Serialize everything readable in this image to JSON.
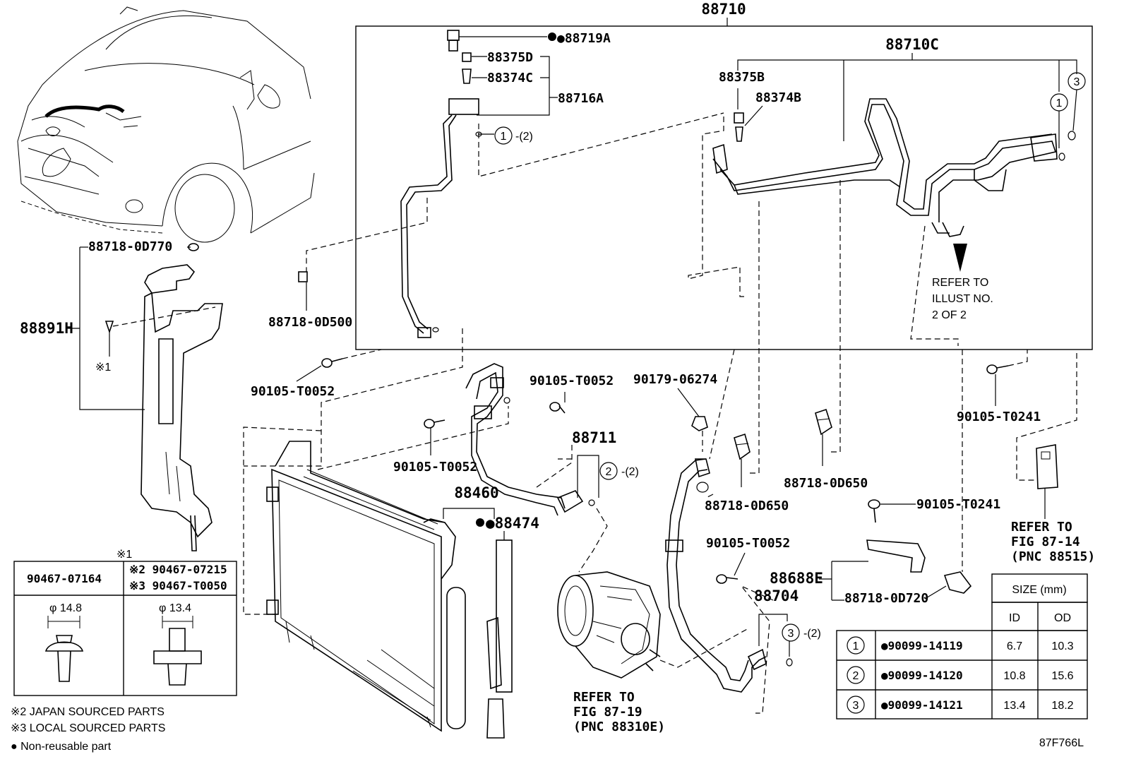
{
  "diagram_id": "87F766L",
  "labels": {
    "p88710": "88710",
    "p88719A": "●88719A",
    "p88375D": "88375D",
    "p88374C": "88374C",
    "p88716A": "88716A",
    "p88710C": "88710C",
    "p88375B": "88375B",
    "p88374B": "88374B",
    "o1a": "1",
    "o1a_qty": "-(2)",
    "o1b": "1",
    "o3a": "3",
    "refer_illust": [
      "REFER TO",
      "ILLUST NO.",
      "2 OF 2"
    ],
    "p88718_0D770": "88718-0D770",
    "p88891H": "88891H",
    "star1_small": "※1",
    "p88718_0D500": "88718-0D500",
    "p90105_T0052_a": "90105-T0052",
    "p90105_T0052_b": "90105-T0052",
    "p90105_T0052_c": "90105-T0052",
    "p90105_T0052_d": "90105-T0052",
    "p90179_06274": "90179-06274",
    "p90105_T0241_a": "90105-T0241",
    "p90105_T0241_b": "90105-T0241",
    "p88711": "88711",
    "o2": "2",
    "o2_qty": "-(2)",
    "p88460": "88460",
    "p88474": "●88474",
    "p88718_0D650_a": "88718-0D650",
    "p88718_0D650_b": "88718-0D650",
    "p88688E": "88688E",
    "p88718_0D720": "88718-0D720",
    "p88704": "88704",
    "o3b": "3",
    "o3b_qty": "-(2)",
    "refer_fig_87_14": [
      "REFER TO",
      "FIG 87-14",
      "(PNC 88515)"
    ],
    "refer_fig_87_19": [
      "REFER TO",
      "FIG 87-19",
      "(PNC 88310E)"
    ]
  },
  "clip_table": {
    "star_header": "※1",
    "col1_part": "90467-07164",
    "col2_part_a": "※2 90467-07215",
    "col2_part_b": "※3 90467-T0050",
    "col1_dim": "φ 14.8",
    "col2_dim": "φ 13.4"
  },
  "footnotes": [
    "※2 JAPAN SOURCED PARTS",
    "※3 LOCAL SOURCED PARTS",
    "● Non-reusable part"
  ],
  "oring_table": {
    "header": "SIZE (mm)",
    "col_id": "ID",
    "col_od": "OD",
    "rows": [
      {
        "ref": "1",
        "part": "●90099-14119",
        "id": "6.7",
        "od": "10.3"
      },
      {
        "ref": "2",
        "part": "●90099-14120",
        "id": "10.8",
        "od": "15.6"
      },
      {
        "ref": "3",
        "part": "●90099-14121",
        "id": "13.4",
        "od": "18.2"
      }
    ]
  }
}
